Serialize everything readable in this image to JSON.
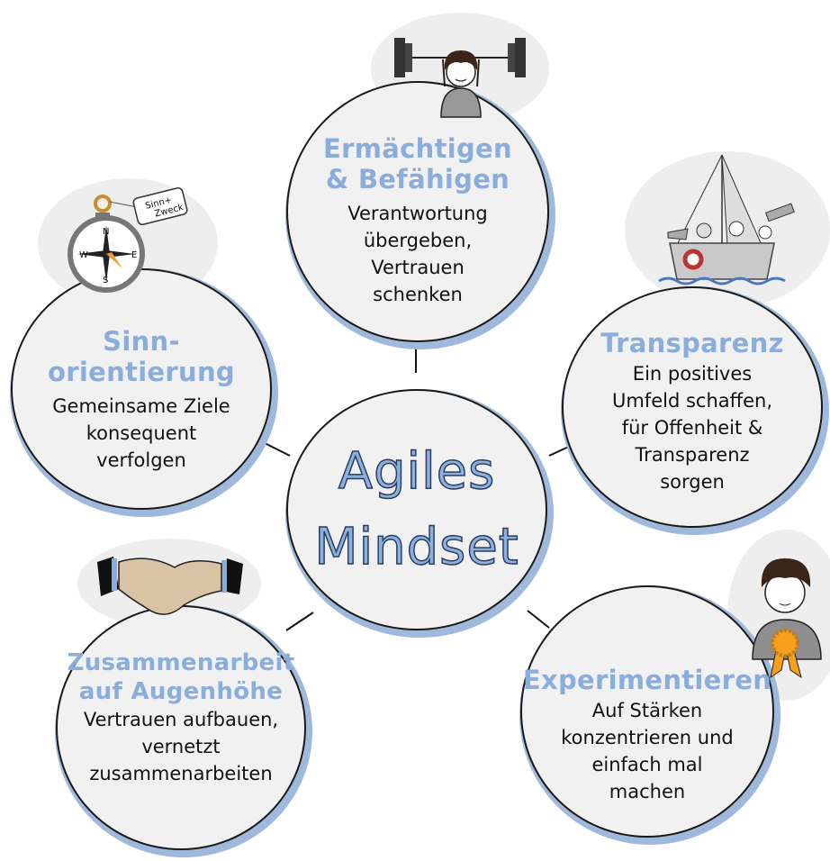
{
  "center": {
    "line1": "Agiles",
    "line2": "Mindset"
  },
  "nodes": [
    {
      "id": "top",
      "title_line1": "Ermächtigen",
      "title_line2": "& Befähigen",
      "body": [
        "Verantwortung",
        "übergeben,",
        "Vertrauen",
        "schenken"
      ],
      "icon": "weightlifter-icon"
    },
    {
      "id": "left",
      "title_line1": "Sinn-",
      "title_line2": "orientierung",
      "body": [
        "Gemeinsame Ziele",
        "konsequent",
        "verfolgen"
      ],
      "icon": "compass-icon",
      "tag": {
        "line1": "Sinn+",
        "line2": "Zweck"
      },
      "compass": {
        "n": "N",
        "e": "E",
        "s": "S",
        "w": "W"
      }
    },
    {
      "id": "right",
      "title_line1": "Transparenz",
      "body": [
        "Ein positives",
        "Umfeld schaffen,",
        "für Offenheit &",
        "Transparenz",
        "sorgen"
      ],
      "icon": "sailboat-icon"
    },
    {
      "id": "bottom-left",
      "title_line1": "Zusammenarbeit",
      "title_line2": "auf Augenhöhe",
      "body": [
        "Vertrauen aufbauen,",
        "vernetzt",
        "zusammenarbeiten"
      ],
      "icon": "handshake-icon"
    },
    {
      "id": "bottom-right",
      "title_line1": "Experimentieren",
      "body": [
        "Auf Stärken",
        "konzentrieren und",
        "einfach mal",
        "machen"
      ],
      "icon": "award-person-icon"
    }
  ],
  "colors": {
    "accent": "#8aaddb",
    "ring": "#9fb9dc",
    "fill": "#f1f1f2",
    "blob": "#eeeeef"
  }
}
